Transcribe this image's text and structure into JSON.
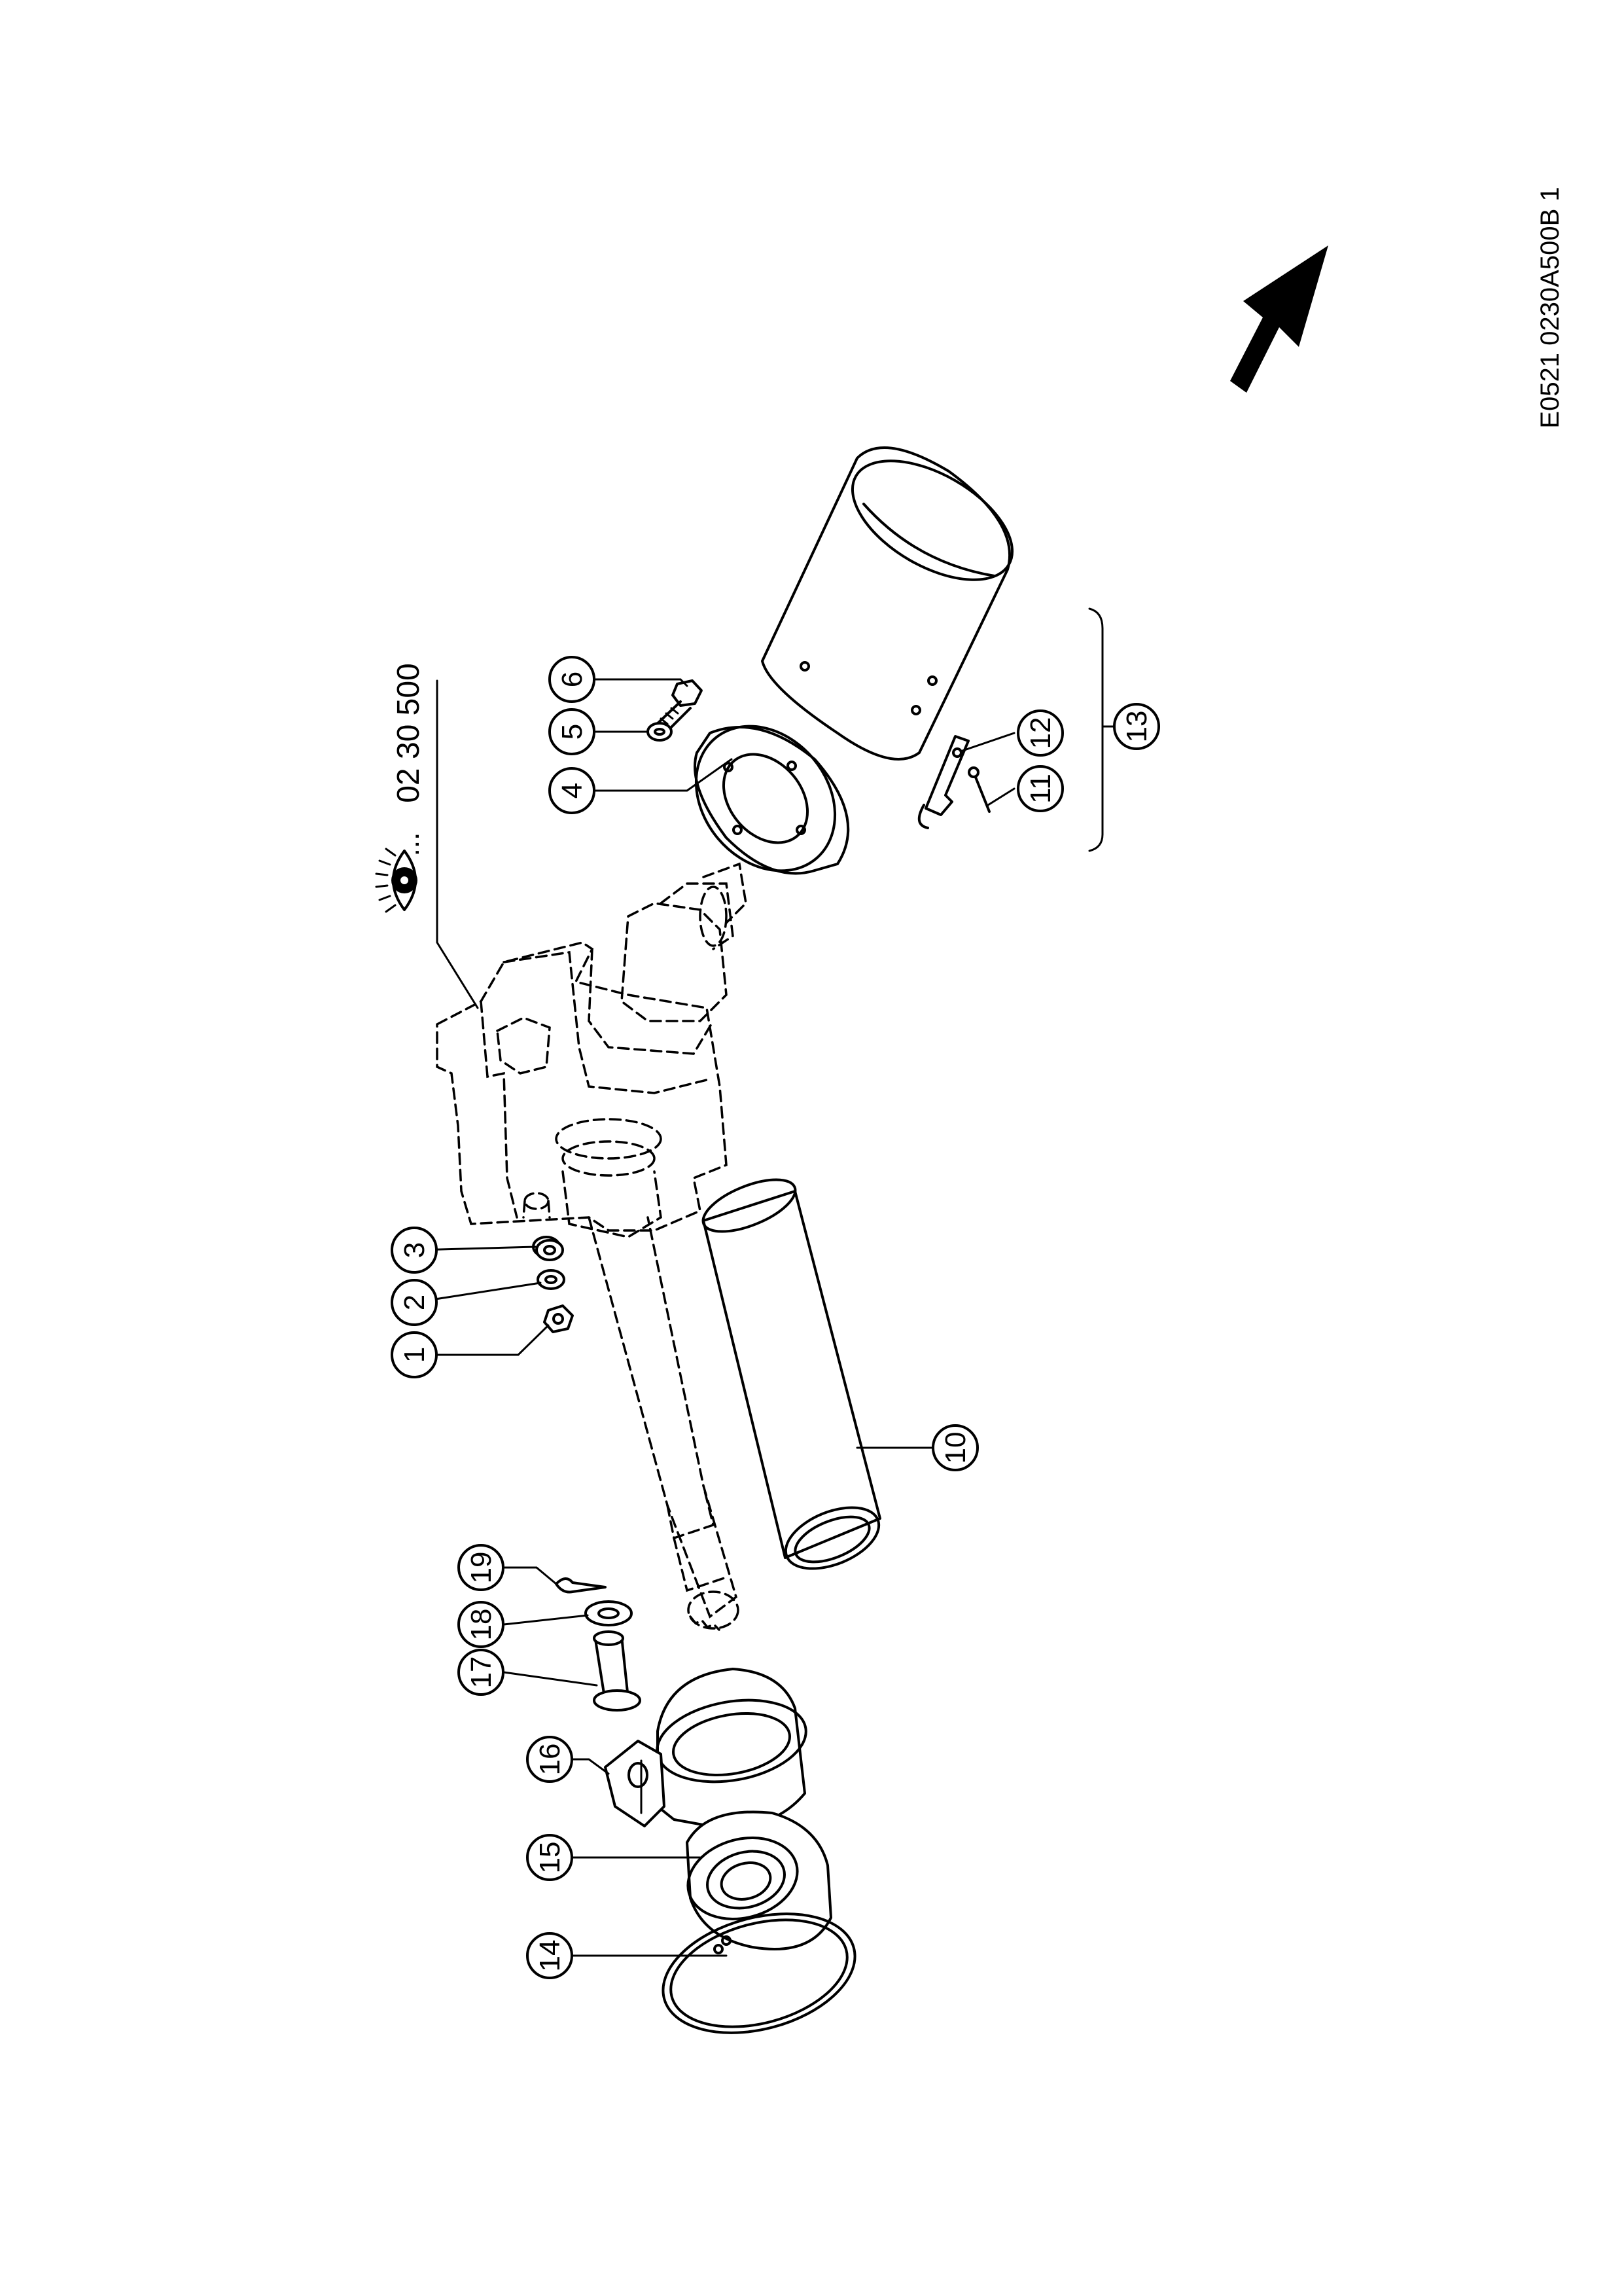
{
  "drawing_id": "E0521 0230A500B 1",
  "reference": {
    "prefix": "...",
    "number": "02 30 500"
  },
  "icons": {
    "eye": "eye-icon",
    "arrow": "direction-arrow-icon"
  },
  "callouts": [
    {
      "id": "c1",
      "label": "1"
    },
    {
      "id": "c2",
      "label": "2"
    },
    {
      "id": "c3",
      "label": "3"
    },
    {
      "id": "c4",
      "label": "4"
    },
    {
      "id": "c5",
      "label": "5"
    },
    {
      "id": "c6",
      "label": "6"
    },
    {
      "id": "c10",
      "label": "10"
    },
    {
      "id": "c11",
      "label": "11"
    },
    {
      "id": "c12",
      "label": "12"
    },
    {
      "id": "c13",
      "label": "13"
    },
    {
      "id": "c14",
      "label": "14"
    },
    {
      "id": "c15",
      "label": "15"
    },
    {
      "id": "c16",
      "label": "16"
    },
    {
      "id": "c17",
      "label": "17"
    },
    {
      "id": "c18",
      "label": "18"
    },
    {
      "id": "c19",
      "label": "19"
    }
  ]
}
